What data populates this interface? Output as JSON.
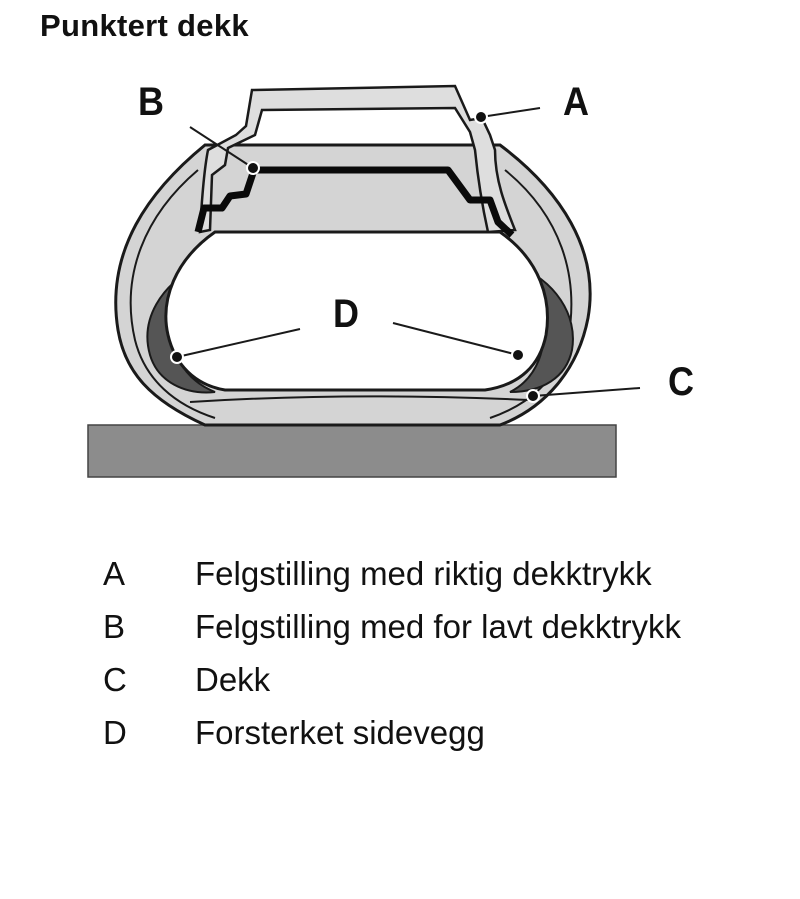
{
  "title": "Punktert dekk",
  "callouts": {
    "a": "A",
    "b": "B",
    "c": "C",
    "d": "D"
  },
  "legend": [
    {
      "key": "A",
      "text": "Felgstilling med riktig dekktrykk"
    },
    {
      "key": "B",
      "text": "Felgstilling med for lavt dekktrykk"
    },
    {
      "key": "C",
      "text": "Dekk"
    },
    {
      "key": "D",
      "text": "Forsterket sidevegg"
    }
  ],
  "colors": {
    "ground": "#8c8c8c",
    "tire_light": "#d4d4d4",
    "tire_dark": "#555555",
    "outline": "#1a1a1a"
  }
}
